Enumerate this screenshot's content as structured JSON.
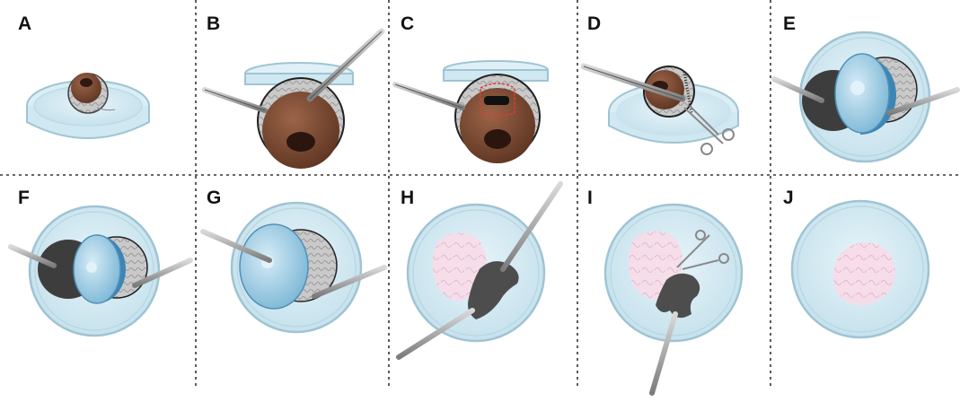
{
  "panels": [
    {
      "label": "A",
      "content": "eye-in-petri-dish"
    },
    {
      "label": "B",
      "content": "eye-held-with-forceps"
    },
    {
      "label": "C",
      "content": "corneal-incision"
    },
    {
      "label": "D",
      "content": "cutting-around-cornea"
    },
    {
      "label": "E",
      "content": "lifting-anterior-segment"
    },
    {
      "label": "F",
      "content": "removing-lens-and-cornea"
    },
    {
      "label": "G",
      "content": "separating-retina"
    },
    {
      "label": "H",
      "content": "retina-with-tissue"
    },
    {
      "label": "I",
      "content": "trimming-tissue"
    },
    {
      "label": "J",
      "content": "isolated-retina"
    }
  ],
  "colors": {
    "dish_fill": "#cfe8f1",
    "dish_rim": "#9fc4d3",
    "eye_brown": "#7a4a32",
    "eye_dark": "#3b2218",
    "sclera_gray": "#b8b8b8",
    "lens_blue": "#8ec2dc",
    "lens_dark_blue": "#3c86b6",
    "retina_pink": "#f7d6e6",
    "tissue_dark": "#4d4d4d",
    "instrument": "#9a9a9a",
    "incision_red": "#e03a3a",
    "divider": "#333333"
  }
}
